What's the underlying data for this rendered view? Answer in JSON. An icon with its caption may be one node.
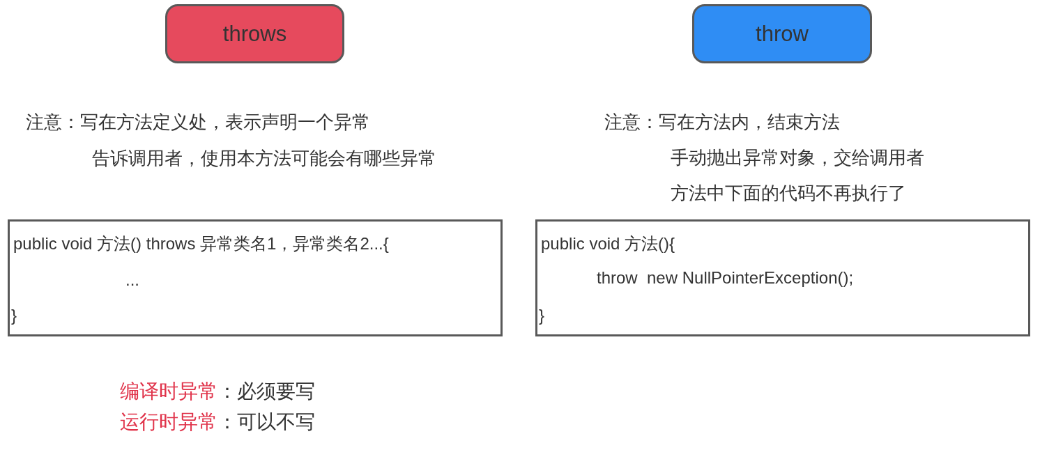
{
  "diagram": {
    "nodes": [
      {
        "text": [
          "throws"
        ]
      },
      {
        "text": [
          "throw"
        ]
      },
      {
        "text": [
          "public void 方法() throws 异常类名1，异常类名2...{",
          "...",
          "}"
        ]
      },
      {
        "text": [
          "public void 方法(){",
          "throw  new NullPointerException();",
          "}"
        ]
      }
    ],
    "labels": [
      "注意：写在方法定义处，表示声明一个异常",
      "告诉调用者，使用本方法可能会有哪些异常",
      "注意：写在方法内，结束方法",
      "手动抛出异常对象，交给调用者",
      "方法中下面的代码不再执行了",
      "编译时异常",
      "：必须要写",
      "运行时异常",
      "：可以不写"
    ]
  }
}
